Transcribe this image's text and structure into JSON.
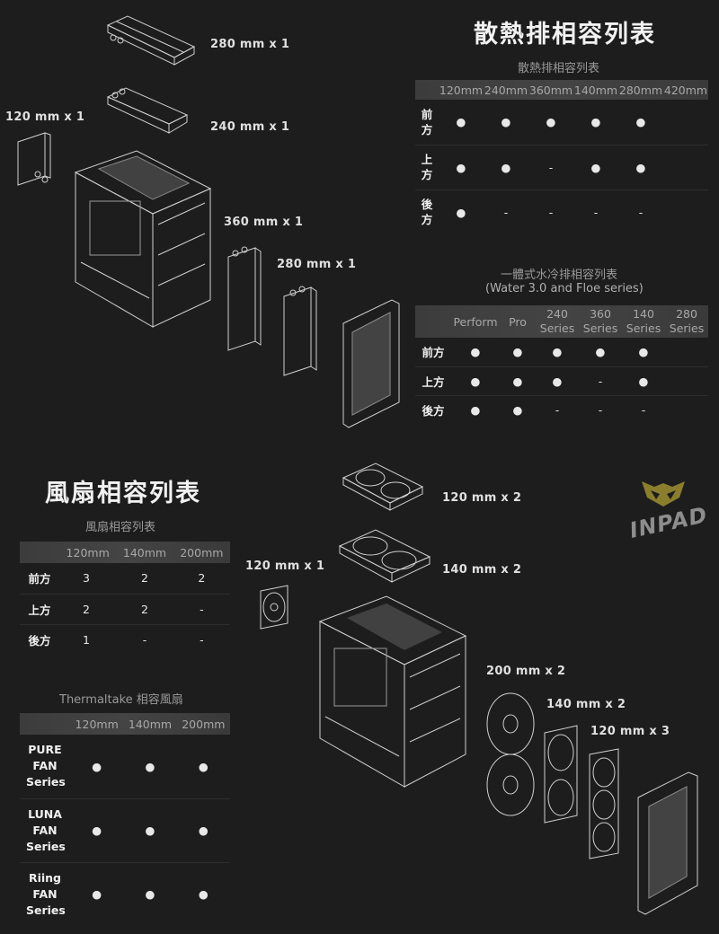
{
  "radiator": {
    "title": "散熱排相容列表",
    "subtitle": "散熱排相容列表",
    "columns": [
      "120mm",
      "240mm",
      "360mm",
      "140mm",
      "280mm",
      "420mm"
    ],
    "rows": [
      {
        "label": "前方",
        "values": [
          "●",
          "●",
          "●",
          "●",
          "●",
          ""
        ]
      },
      {
        "label": "上方",
        "values": [
          "●",
          "●",
          "-",
          "●",
          "●",
          ""
        ]
      },
      {
        "label": "後方",
        "values": [
          "●",
          "-",
          "-",
          "-",
          "-",
          ""
        ]
      }
    ]
  },
  "aio": {
    "subtitle_line1": "一體式水冷排相容列表",
    "subtitle_line2": "(Water 3.0 and Floe series)",
    "columns": [
      "Perform",
      "Pro",
      "240 Series",
      "360 Series",
      "140 Series",
      "280 Series"
    ],
    "rows": [
      {
        "label": "前方",
        "values": [
          "●",
          "●",
          "●",
          "●",
          "●",
          ""
        ]
      },
      {
        "label": "上方",
        "values": [
          "●",
          "●",
          "●",
          "-",
          "●",
          ""
        ]
      },
      {
        "label": "後方",
        "values": [
          "●",
          "●",
          "-",
          "-",
          "-",
          ""
        ]
      }
    ]
  },
  "fan": {
    "title": "風扇相容列表",
    "subtitle": "風扇相容列表",
    "columns": [
      "120mm",
      "140mm",
      "200mm"
    ],
    "rows": [
      {
        "label": "前方",
        "values": [
          "3",
          "2",
          "2"
        ]
      },
      {
        "label": "上方",
        "values": [
          "2",
          "2",
          "-"
        ]
      },
      {
        "label": "後方",
        "values": [
          "1",
          "-",
          "-"
        ]
      }
    ]
  },
  "tt": {
    "subtitle": "Thermaltake 相容風扇",
    "columns": [
      "120mm",
      "140mm",
      "200mm"
    ],
    "rows": [
      {
        "label": "PURE FAN Series",
        "values": [
          "●",
          "●",
          "●"
        ]
      },
      {
        "label": "LUNA FAN Series",
        "values": [
          "●",
          "●",
          "●"
        ]
      },
      {
        "label": "Riing FAN Series",
        "values": [
          "●",
          "●",
          "●"
        ]
      }
    ]
  },
  "labels": {
    "rad_280_top": "280 mm x 1",
    "rad_240": "240 mm x 1",
    "rad_120": "120 mm x 1",
    "rad_360": "360 mm x 1",
    "rad_280_front": "280 mm x 1",
    "fan_top_120": "120 mm x 2",
    "fan_top_140": "140 mm x 2",
    "fan_rear_120": "120 mm x 1",
    "fan_front_200": "200 mm x 2",
    "fan_front_140": "140 mm x 2",
    "fan_front_120": "120 mm x 3"
  },
  "logo": {
    "text": "INPAD",
    "accent": "#8a7d2e"
  }
}
